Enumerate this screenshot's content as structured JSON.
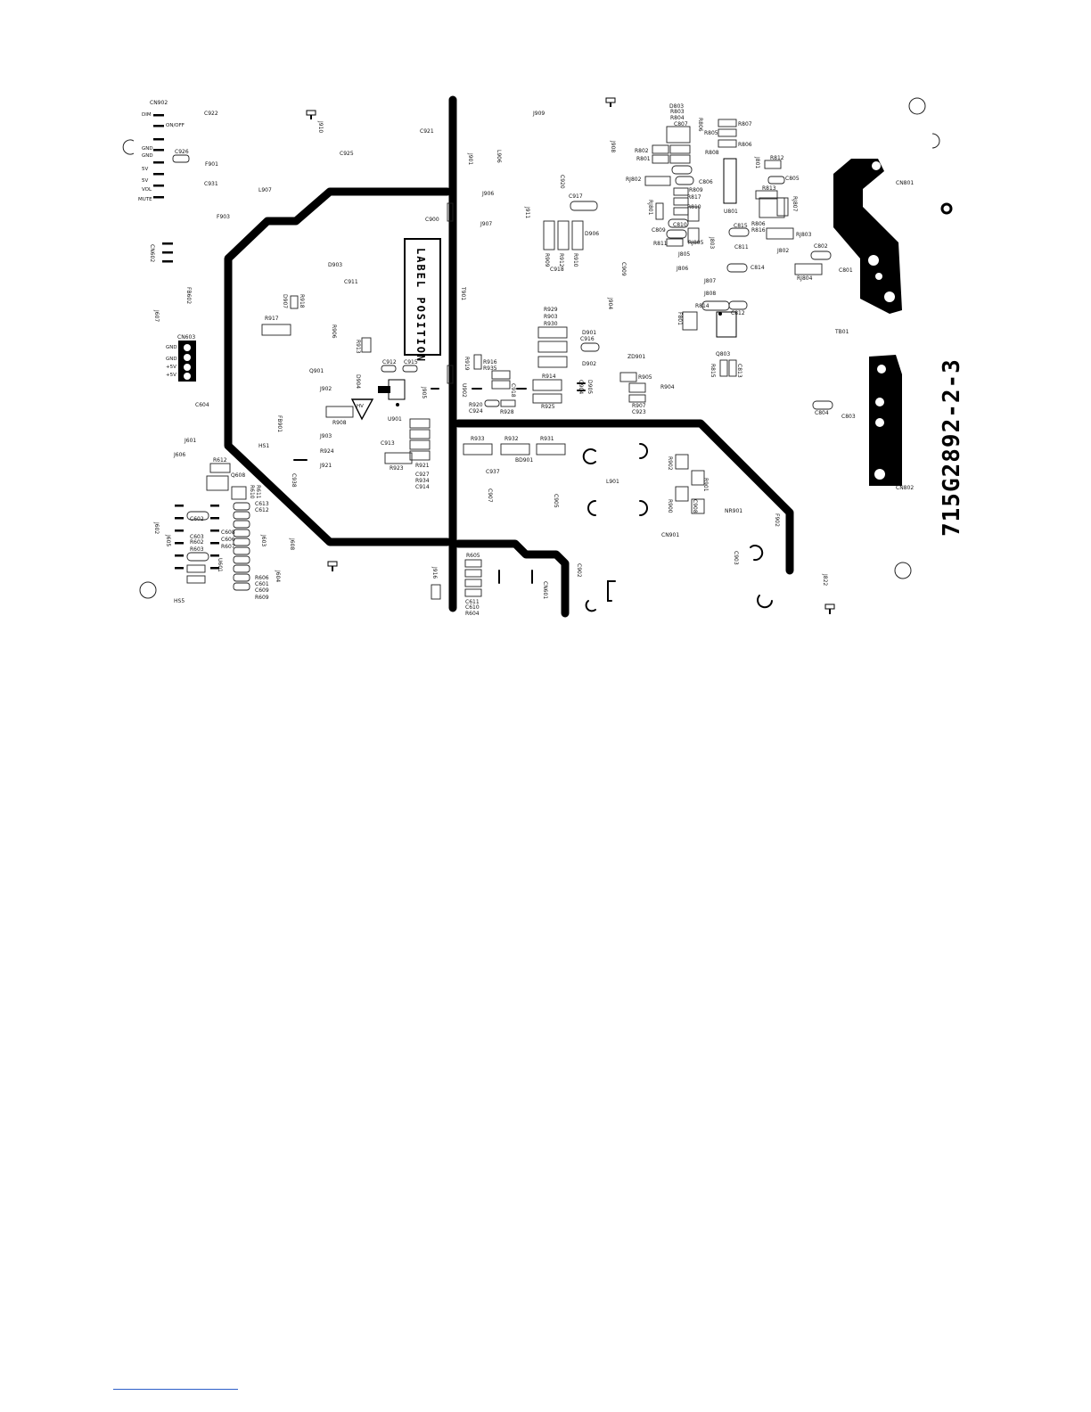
{
  "board": {
    "part_number": "715G2892-2-3",
    "label_box": "LABEL POSITION",
    "hv_mark": "HV"
  },
  "connectors": {
    "cn902": "CN902",
    "cn902_pins": [
      "DIM",
      "ON/OFF",
      "GND",
      "GND",
      "5V",
      "5V",
      "VOL",
      "MUTE"
    ],
    "cn603": "CN603",
    "cn603_pins": [
      "GND",
      "GND",
      "+5V",
      "+5V"
    ],
    "cn602": "CN602",
    "cn801": "CN801",
    "cn802": "CN802",
    "cn901": "CN901",
    "cn601": "CN601"
  },
  "refs": {
    "c922": "C922",
    "c921": "C921",
    "c925": "C925",
    "c926": "C926",
    "c931": "C931",
    "f901": "F901",
    "l907": "L907",
    "f903": "F903",
    "c900": "C900",
    "d903": "D903",
    "c911": "C911",
    "r918": "R918",
    "d907": "D907",
    "r917": "R917",
    "r906": "R906",
    "r913": "R913",
    "c912": "C912",
    "c915": "C915",
    "q901": "Q901",
    "d904": "D904",
    "j902": "J902",
    "u901": "U901",
    "r908": "R908",
    "fb901": "FB901",
    "j903": "J903",
    "hs1": "HS1",
    "r924": "R924",
    "j921": "J921",
    "c913": "C913",
    "r923": "R923",
    "r921": "R921",
    "c927": "C927",
    "r934": "R934",
    "c914": "C914",
    "j905": "J905",
    "u902": "U902",
    "c918b": "C918",
    "c920": "C920",
    "r920": "R920",
    "c924": "C924",
    "r928": "R928",
    "j909": "J909",
    "j901": "J901",
    "l906": "L906",
    "j906": "J906",
    "j907": "J907",
    "j911": "J911",
    "c917": "C917",
    "d906": "D906",
    "r909": "R909",
    "r912": "R912",
    "r910": "R910",
    "c918": "C918",
    "t901": "T901",
    "r929": "R929",
    "r903": "R903",
    "r930": "R930",
    "d901": "D901",
    "c916": "C916",
    "d902": "D902",
    "r916": "R916",
    "r935": "R935",
    "r919": "R919",
    "r914": "R914",
    "r925": "R925",
    "q904": "Q904",
    "d905": "D905",
    "zd901": "ZD901",
    "r905": "R905",
    "r904": "R904",
    "r907": "R907",
    "c923": "C923",
    "j908": "J908",
    "j904": "J904",
    "c909": "C909",
    "r933": "R933",
    "r932": "R932",
    "bd901": "BD901",
    "r931": "R931",
    "c937": "C937",
    "c907": "C907",
    "c905": "C905",
    "l901": "L901",
    "r902": "R902",
    "r901": "R901",
    "r900": "R900",
    "c908": "C908",
    "nr901": "NR901",
    "f902": "F902",
    "c903": "C903",
    "c902": "C902",
    "j822": "J822",
    "r605": "R605",
    "r606b": "R606",
    "c611": "C611",
    "c610": "C610",
    "r604": "R604",
    "d803": "D803",
    "r803": "R803",
    "r804": "R804",
    "c807": "C807",
    "r806": "R806",
    "r805": "R805",
    "r807": "R807",
    "r808": "R808",
    "r802": "R802",
    "r801": "R801",
    "c806": "C806",
    "rj802": "RJ802",
    "r809": "R809",
    "r817": "R817",
    "r810": "R810",
    "c810": "C810",
    "rj801": "RJ801",
    "c809": "C809",
    "r811": "R811",
    "rj805": "RJ805",
    "j805": "J805",
    "u801": "U801",
    "j801": "J801",
    "r812": "R812",
    "c805": "C805",
    "r813": "R813",
    "r806b": "R806",
    "r816": "R816",
    "rj807": "RJ807",
    "c815": "C815",
    "rj803": "RJ803",
    "j803": "J803",
    "c811": "C811",
    "j802": "J802",
    "c802": "C802",
    "c814": "C814",
    "j806": "J806",
    "rj804": "RJ804",
    "c801": "C801",
    "j807": "J807",
    "j808": "J808",
    "r814": "R814",
    "c812": "C812",
    "f801": "F801",
    "tb01": "TB01",
    "q803": "Q803",
    "r815": "R815",
    "c813": "C813",
    "c804": "C804",
    "c803": "C803",
    "c604": "C604",
    "j607": "J607",
    "fb602": "FB602",
    "j601": "J601",
    "j606": "J606",
    "r612": "R612",
    "q608": "Q608",
    "r610": "R610",
    "r611": "R611",
    "c613": "C613",
    "c612": "C612",
    "c602": "C602",
    "j602": "J602",
    "j605": "J605",
    "c603": "C603",
    "c608": "C608",
    "r602": "R602",
    "c606": "C606",
    "r603": "R603",
    "r607": "R607",
    "j603": "J603",
    "j608": "J608",
    "u601": "U601",
    "r606": "R606",
    "c601": "C601",
    "c609": "C609",
    "r609": "R609",
    "j604": "J604",
    "c938": "C938",
    "hs5": "HS5",
    "c605": "C605",
    "j916": "J916",
    "j910": "J910"
  },
  "colors": {
    "ink": "#000000",
    "footer_rule": "#2d5fc8"
  }
}
